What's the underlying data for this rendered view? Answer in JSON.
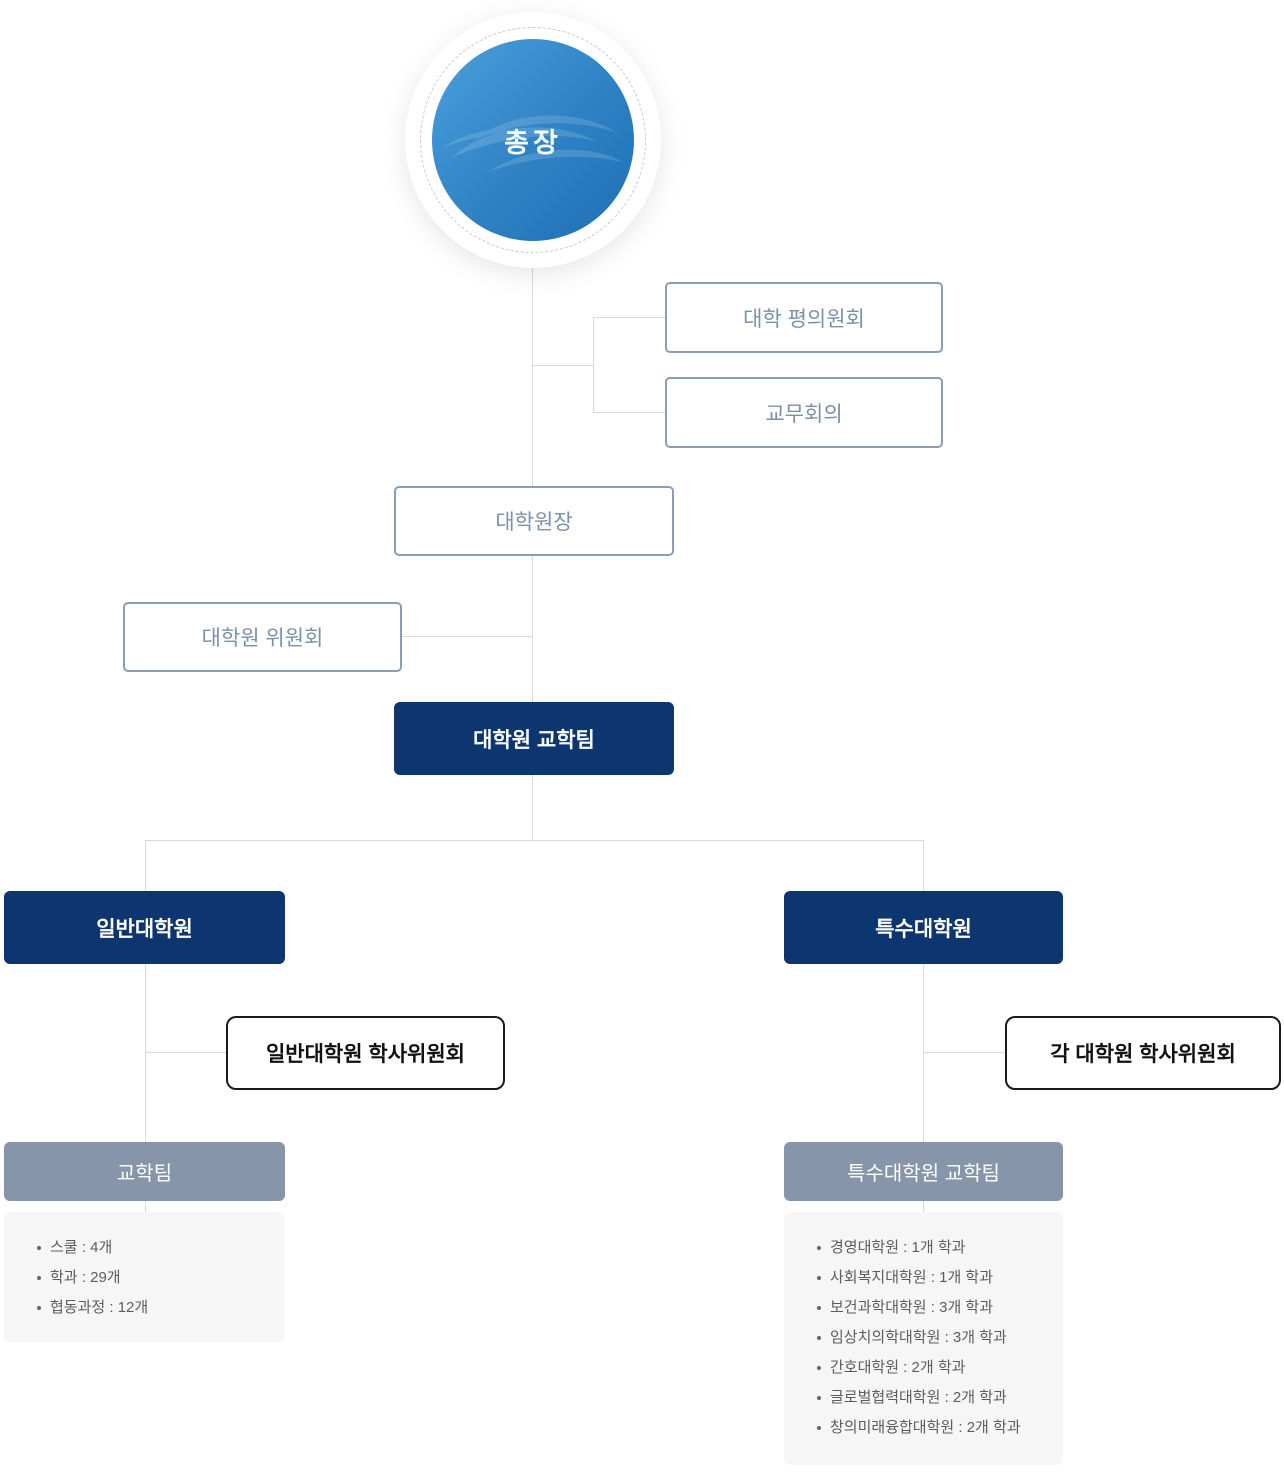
{
  "org": {
    "president": "총장",
    "university_council": "대학 평의원회",
    "faculty_meeting": "교무회의",
    "grad_dean": "대학원장",
    "grad_committee": "대학원 위원회",
    "grad_affairs_team": "대학원 교학팀",
    "general": {
      "title": "일반대학원",
      "committee": "일반대학원 학사위원회",
      "team": "교학팀",
      "stats": [
        "스쿨 : 4개",
        "학과 : 29개",
        "협동과정 : 12개"
      ]
    },
    "special": {
      "title": "특수대학원",
      "committee": "각 대학원 학사위원회",
      "team": "특수대학원 교학팀",
      "stats": [
        "경영대학원 : 1개 학과",
        "사회복지대학원 : 1개 학과",
        "보건과학대학원 : 3개 학과",
        "임상치의학대학원 : 3개 학과",
        "간호대학원 : 2개 학과",
        "글로벌협력대학원 : 2개 학과",
        "창의미래융합대학원 : 2개 학과"
      ]
    }
  },
  "colors": {
    "navy": "#0d356f",
    "slate_gray": "#8695aa",
    "outline_blue": "#8b9db6",
    "line_gray": "#d9d9d9",
    "panel_gray": "#f6f6f6",
    "circle_blue_start": "#4da0dc",
    "circle_blue_end": "#1e6eb4"
  }
}
